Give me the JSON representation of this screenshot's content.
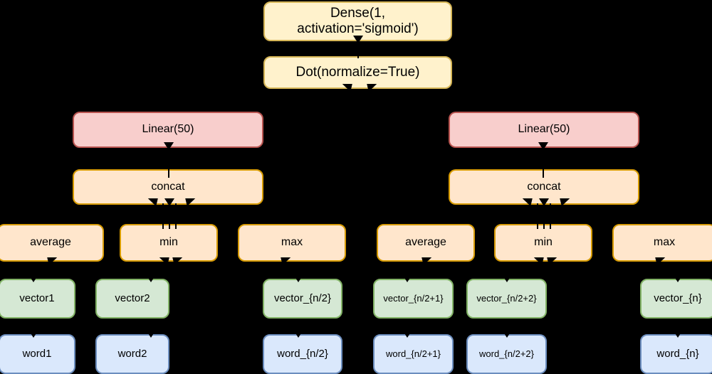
{
  "diagram": {
    "title": "Siamese sentence-similarity network architecture",
    "background_color": "#000000",
    "palette": {
      "yellow_fill": "#fff2cc",
      "yellow_stroke": "#d6b656",
      "pink_fill": "#f8cecc",
      "pink_stroke": "#b85450",
      "orange_fill": "#ffe6cc",
      "orange_stroke": "#d79b00",
      "green_fill": "#d5e8d4",
      "green_stroke": "#82b366",
      "blue_fill": "#dae8fc",
      "blue_stroke": "#6c8ebf",
      "edge_color": "#000000",
      "text_color": "#000000"
    },
    "nodes": {
      "dense": "Dense(1,\nactivation='sigmoid')",
      "dot": "Dot(normalize=True)",
      "linear_left": "Linear(50)",
      "linear_right": "Linear(50)",
      "concat_left": "concat",
      "concat_right": "concat",
      "pool_left": [
        "average",
        "min",
        "max"
      ],
      "pool_right": [
        "average",
        "min",
        "max"
      ],
      "vectors_left": [
        "vector1",
        "vector2",
        "vector_{n/2}"
      ],
      "vectors_right": [
        "vector_{n/2+1}",
        "vector_{n/2+2}",
        "vector_{n}"
      ],
      "words_left": [
        "word1",
        "word2",
        "word_{n/2}"
      ],
      "words_right": [
        "word_{n/2+1}",
        "word_{n/2+2}",
        "word_{n}"
      ]
    }
  }
}
